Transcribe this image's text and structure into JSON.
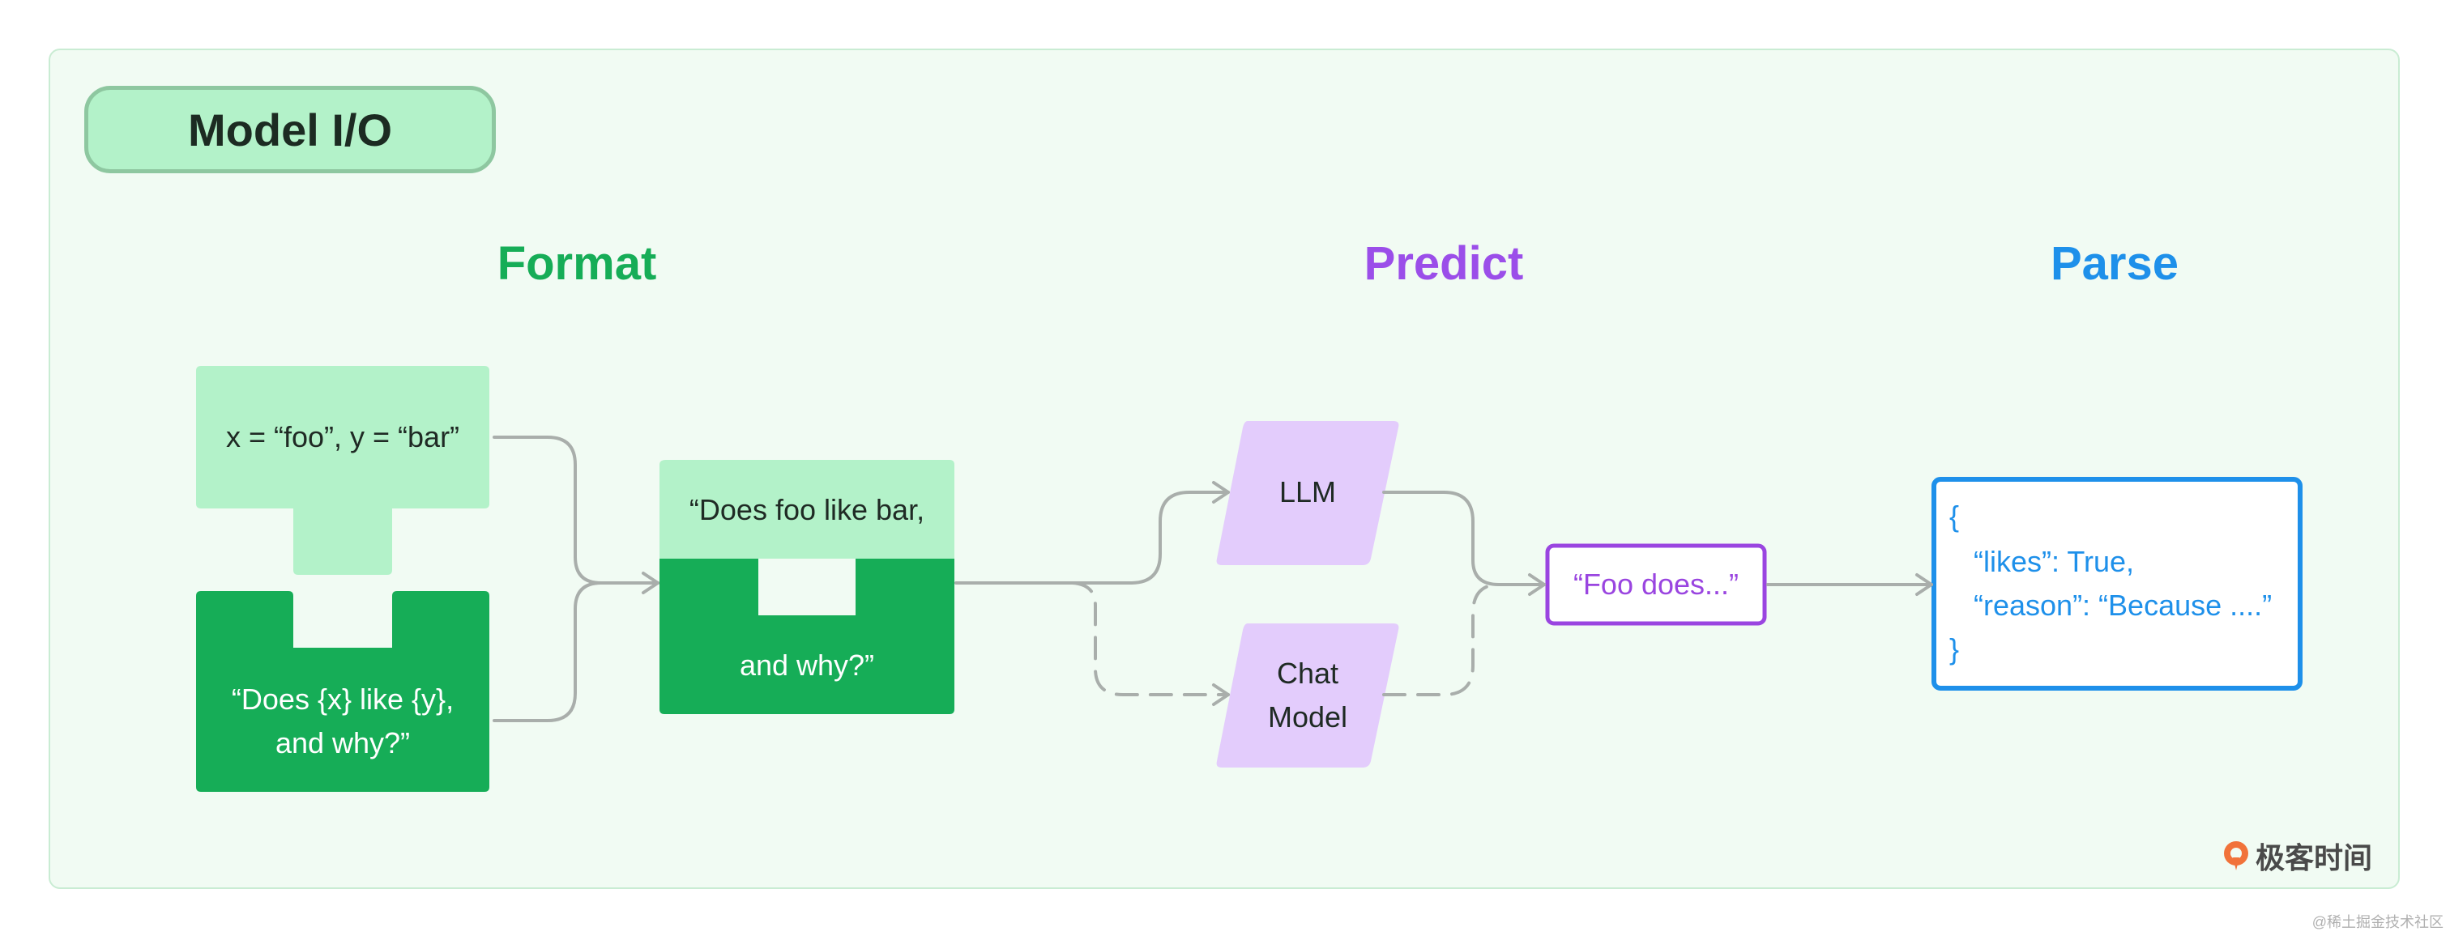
{
  "title": "Model I/O",
  "stages": {
    "format": "Format",
    "predict": "Predict",
    "parse": "Parse"
  },
  "format": {
    "variables": "x = “foo”, y = “bar”",
    "template_line1": "“Does {x} like {y},",
    "template_line2": "and why?”",
    "prompt_line1": "“Does foo like bar,",
    "prompt_line2": "and why?”"
  },
  "predict": {
    "llm": "LLM",
    "chat_line1": "Chat",
    "chat_line2": "Model",
    "output": "“Foo does...”"
  },
  "parse": {
    "line1": "{",
    "line2": "“likes”: True,",
    "line3": "“reason”: “Because ....”",
    "line4": "}"
  },
  "colors": {
    "light_green": "#b3f2c9",
    "dark_green": "#16ad57",
    "lavender": "#e3ccfc",
    "purple": "#9a45e0",
    "blue": "#1e90ea",
    "connector": "#a9aeab"
  },
  "logo": {
    "text": "极客时间"
  },
  "watermark": "@稀土掘金技术社区"
}
